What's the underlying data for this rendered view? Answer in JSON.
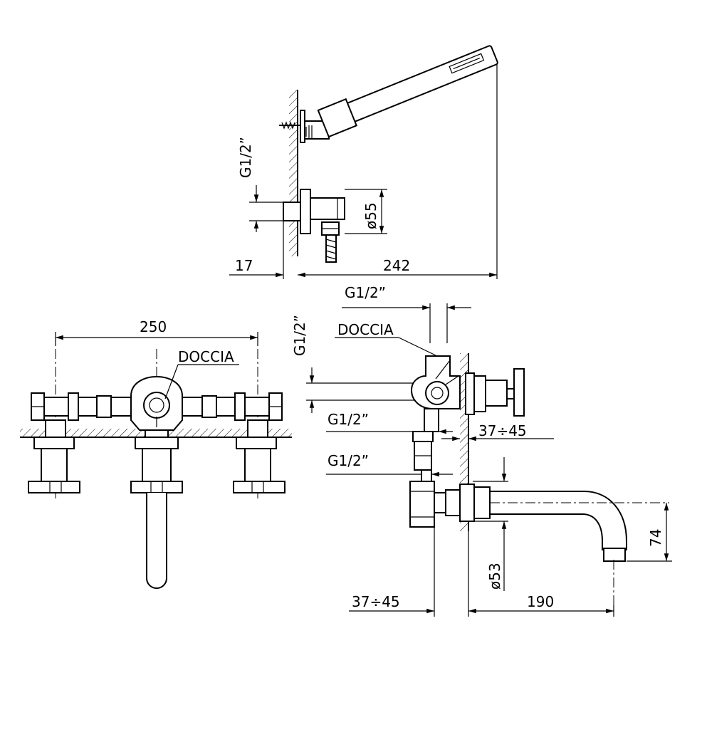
{
  "dimensions": {
    "hand_shower_g12": "G1/2”",
    "outlet_d55": "ø55",
    "wall_17": "17",
    "length_242": "242",
    "width_250": "250",
    "doccia_front": "DOCCIA",
    "side_g12_top": "G1/2”",
    "side_g12_vertical": "G1/2”",
    "doccia_side": "DOCCIA",
    "side_g12_mid": "G1/2”",
    "side_g12_low": "G1/2”",
    "range_37_45_right": "37÷45",
    "height_74": "74",
    "spout_d53": "ø53",
    "range_37_45_bottom": "37÷45",
    "spout_190": "190"
  }
}
